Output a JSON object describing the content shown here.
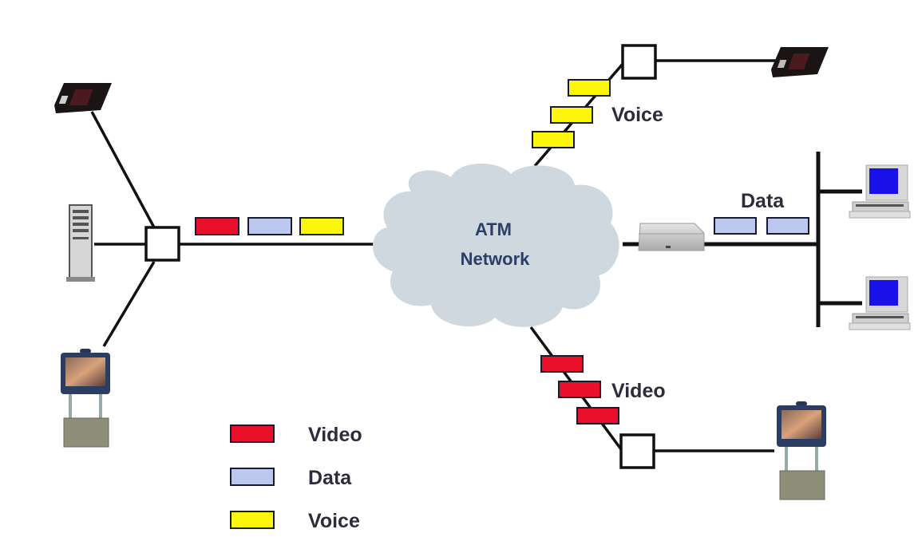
{
  "diagram": {
    "title": "ATM Network traffic diagram",
    "cloud": {
      "line1": "ATM",
      "line2": "Network",
      "fill": "#cfd8de",
      "text_color": "#2c3d66"
    },
    "colors": {
      "video": "#e8102a",
      "data": "#bcc8ee",
      "voice": "#fbf60a",
      "line": "#111111",
      "cell_border": "#1a1a2e"
    },
    "branch_labels": {
      "voice": "Voice",
      "data": "Data",
      "video": "Video"
    },
    "left_cells": [
      "video",
      "data",
      "voice"
    ],
    "voice_cells": [
      "voice",
      "voice",
      "voice"
    ],
    "data_cells": [
      "data",
      "data"
    ],
    "video_cells": [
      "video",
      "video",
      "video"
    ],
    "devices": [
      {
        "id": "left-phone",
        "icon": "telephone-icon"
      },
      {
        "id": "left-server",
        "icon": "server-tower-icon"
      },
      {
        "id": "left-video-terminal",
        "icon": "videoconference-terminal-icon"
      },
      {
        "id": "right-phone",
        "icon": "telephone-icon"
      },
      {
        "id": "atm-switch",
        "icon": "network-switch-icon"
      },
      {
        "id": "workstation-top",
        "icon": "desktop-computer-icon"
      },
      {
        "id": "workstation-bottom",
        "icon": "desktop-computer-icon"
      },
      {
        "id": "right-video-terminal",
        "icon": "videoconference-terminal-icon"
      }
    ],
    "legend": [
      {
        "key": "video",
        "label": "Video"
      },
      {
        "key": "data",
        "label": "Data"
      },
      {
        "key": "voice",
        "label": "Voice"
      }
    ]
  }
}
